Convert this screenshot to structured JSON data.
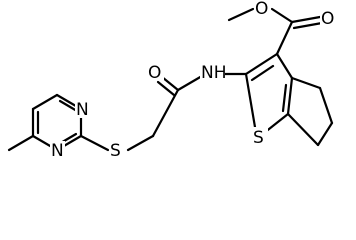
{
  "atom_labels": {
    "ester_O_carbonyl": "O",
    "ester_O_single": "O",
    "amide_O": "O",
    "amide_N": "NH",
    "thioether_S": "S",
    "thiophene_S": "S",
    "pyrimidine_N1": "N",
    "pyrimidine_N3": "N"
  }
}
